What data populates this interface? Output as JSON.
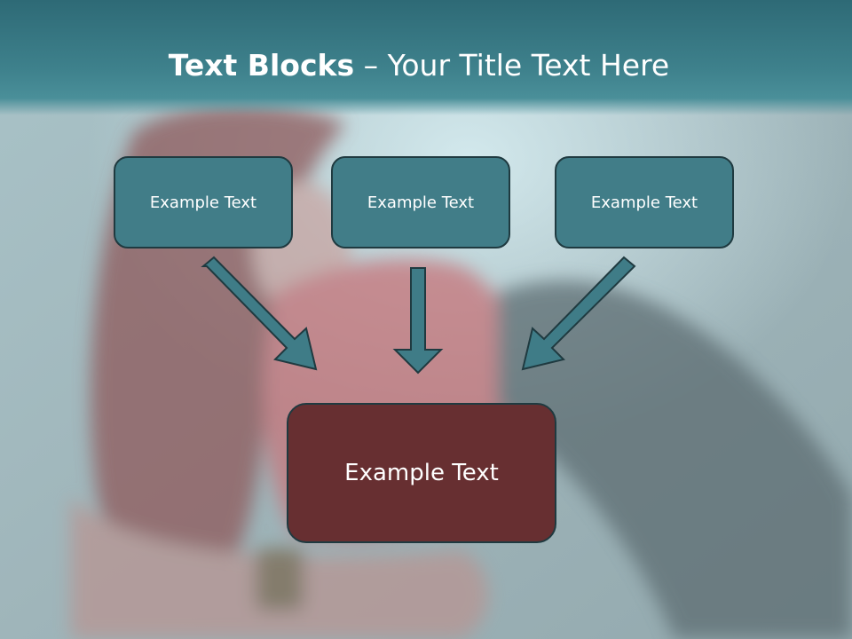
{
  "slide": {
    "title_bold": "Text Blocks",
    "title_separator": " – ",
    "title_rest": "Your Title Text Here"
  },
  "blocks": {
    "top": [
      {
        "label": "Example Text"
      },
      {
        "label": "Example Text"
      },
      {
        "label": "Example Text"
      }
    ],
    "bottom": {
      "label": "Example Text"
    }
  },
  "colors": {
    "title_band": "#3e818c",
    "top_box_fill": "#417d88",
    "bottom_box_fill": "#672f31",
    "box_border": "#1f3a40",
    "arrow_fill": "#3f7c87",
    "text": "#ffffff"
  }
}
